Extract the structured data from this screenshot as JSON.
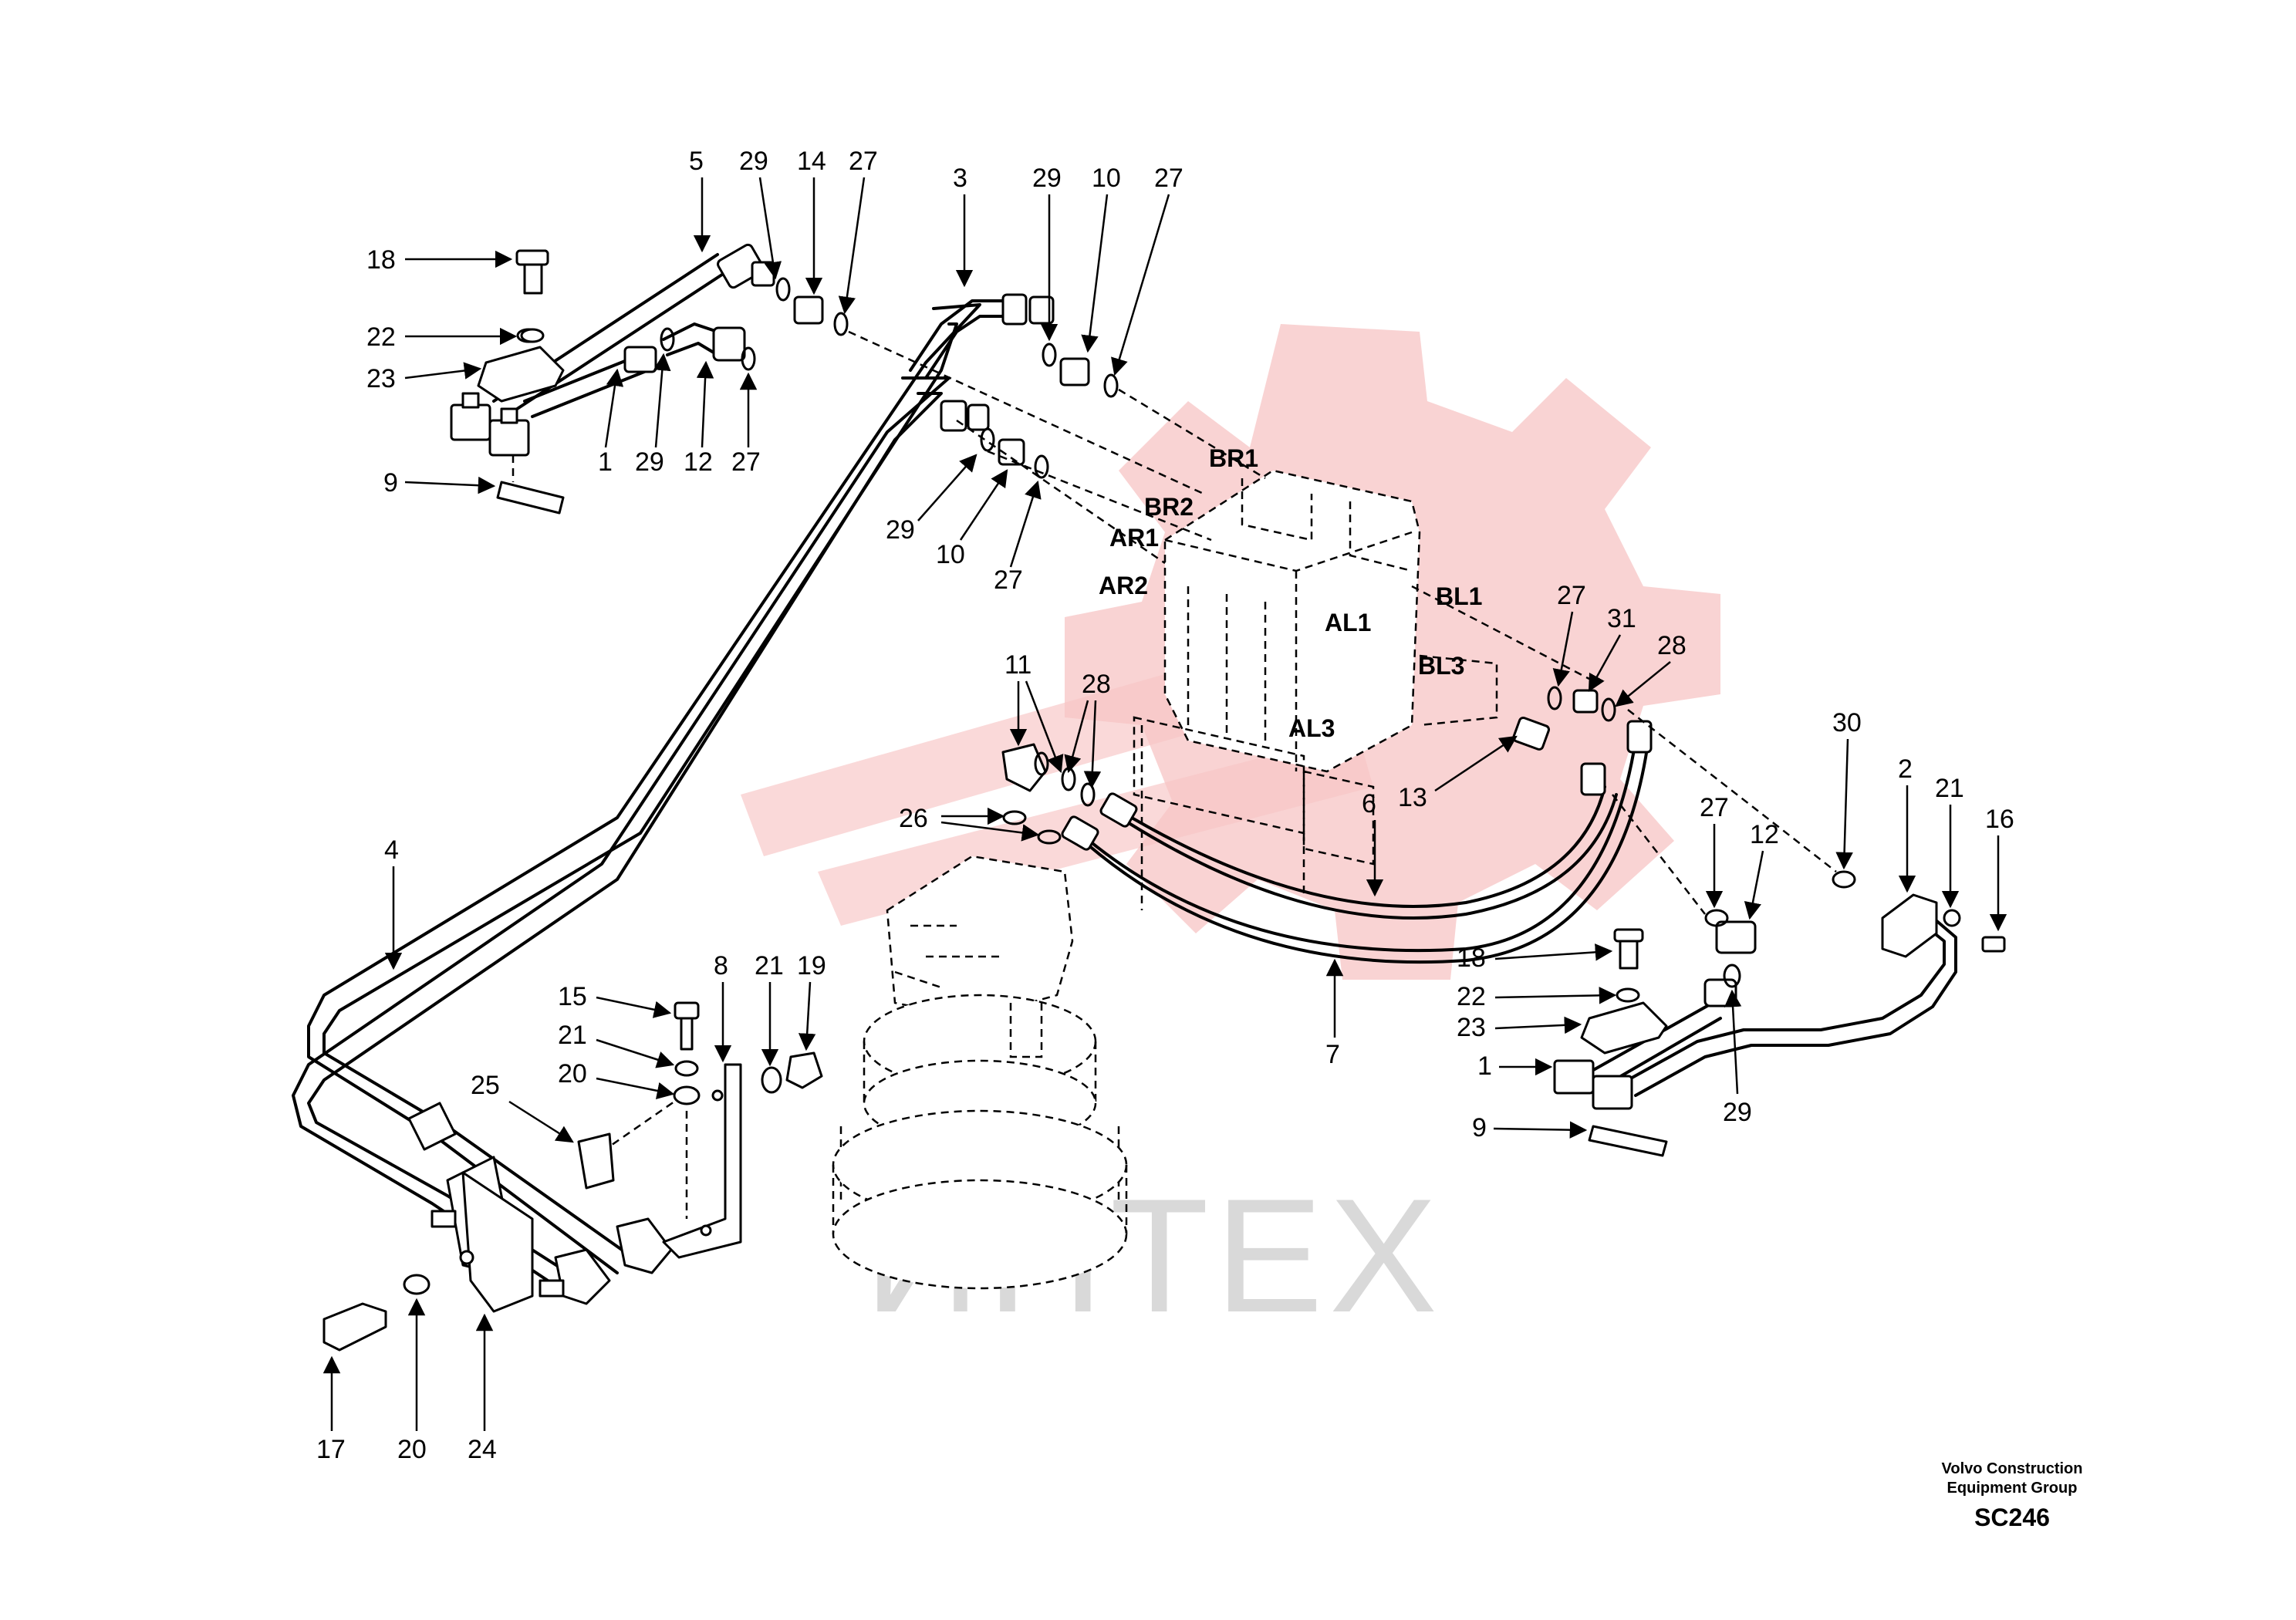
{
  "watermark": {
    "text": "ИНТЕХ",
    "gear_color": "#f7c4c4",
    "text_color": "#d9d9d9",
    "icon": "gear-logo-icon"
  },
  "ports": [
    "BR1",
    "BR2",
    "AR1",
    "AR2",
    "BL1",
    "AL1",
    "BL3",
    "AL3"
  ],
  "callouts": [
    "5",
    "29",
    "14",
    "27",
    "3",
    "29",
    "10",
    "27",
    "18",
    "22",
    "23",
    "1",
    "29",
    "12",
    "27",
    "9",
    "29",
    "10",
    "27",
    "27",
    "31",
    "28",
    "11",
    "28",
    "26",
    "6",
    "13",
    "30",
    "2",
    "21",
    "16",
    "27",
    "12",
    "4",
    "8",
    "21",
    "19",
    "15",
    "21",
    "20",
    "25",
    "18",
    "22",
    "23",
    "1",
    "9",
    "7",
    "29",
    "17",
    "20",
    "24"
  ],
  "footer": {
    "line1": "Volvo Construction",
    "line2": "Equipment Group",
    "code": "SC246"
  }
}
